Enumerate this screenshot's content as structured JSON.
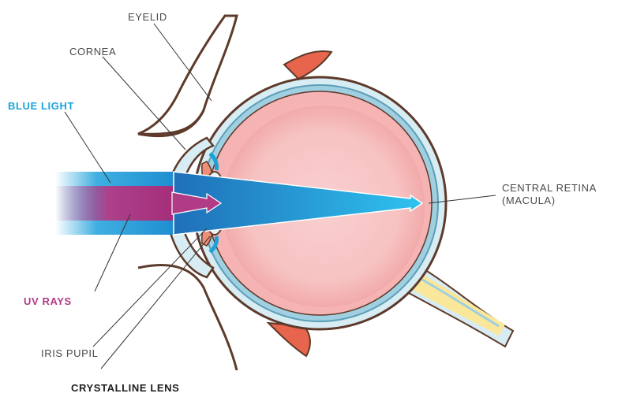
{
  "labels": {
    "eyelid": "EYELID",
    "cornea": "CORNEA",
    "blue_light": "BLUE LIGHT",
    "uv_rays": "UV RAYS",
    "iris_pupil": "IRIS PUPIL",
    "crystalline_lens": "CRYSTALLINE LENS",
    "central_retina_line1": "CENTRAL RETINA",
    "central_retina_line2": "(MACULA)"
  },
  "colors": {
    "blue_light": "#1aa3d9",
    "uv_rays": "#b23b86",
    "sclera_outline": "#5d3a2a",
    "eyeball_fill": "#f5b3b3",
    "eye_wall_blue": "#9fcfe0",
    "eyelid_muscle": "#e7654d",
    "optic_nerve": "#fbe79a"
  }
}
